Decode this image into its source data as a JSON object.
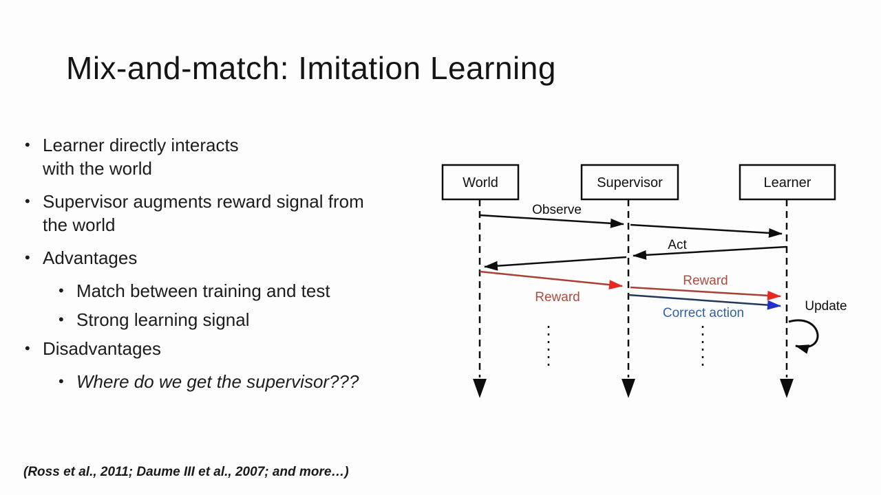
{
  "slide": {
    "title": "Mix-and-match: Imitation Learning",
    "bullet_char": "•",
    "bullets": [
      {
        "level": 1,
        "lines": [
          "Learner directly interacts",
          "with the world"
        ]
      },
      {
        "level": 1,
        "lines": [
          "Supervisor augments reward signal from",
          "the world"
        ]
      },
      {
        "level": 1,
        "lines": [
          "Advantages"
        ]
      },
      {
        "level": 2,
        "lines": [
          "Match between training and test"
        ]
      },
      {
        "level": 2,
        "lines": [
          "Strong learning signal"
        ]
      },
      {
        "level": 1,
        "lines": [
          "Disadvantages"
        ]
      },
      {
        "level": 2,
        "lines": [
          "Where do we get the supervisor???"
        ],
        "style": "italic"
      }
    ],
    "citation": "(Ross et al., 2011; Daume III et al., 2007; and more…)"
  },
  "diagram": {
    "type": "sequence-diagram",
    "actors": [
      {
        "label": "World"
      },
      {
        "label": "Supervisor"
      },
      {
        "label": "Learner"
      }
    ],
    "messages": [
      {
        "label": "Observe",
        "from": "World",
        "to": "Learner",
        "via": "Supervisor",
        "color": "#000000"
      },
      {
        "label": "Act",
        "from": "Learner",
        "to": "World",
        "via": "Supervisor",
        "color": "#000000"
      },
      {
        "label": "Reward",
        "from": "World",
        "to": "Supervisor",
        "color": "#b04a3d"
      },
      {
        "label": "Reward",
        "from": "Supervisor",
        "to": "Learner",
        "color": "#b04a3d"
      },
      {
        "label": "Correct action",
        "from": "Supervisor",
        "to": "Learner",
        "color": "#2f5fa8"
      },
      {
        "label": "Update",
        "type": "self-loop",
        "actor": "Learner",
        "color": "#000000"
      }
    ],
    "colors": {
      "black": "#0d0d0d",
      "reward_line": "#a93f33",
      "reward_label": "#b04a3d",
      "reward_arrow": "#e8281e",
      "correct_line": "#23365c",
      "correct_label": "#2f5fa8",
      "correct_arrow": "#2330cc"
    }
  }
}
